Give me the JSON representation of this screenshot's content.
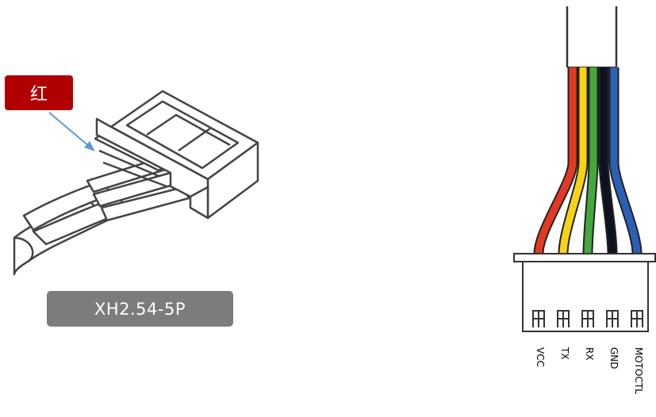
{
  "callout": {
    "text": "红",
    "color": "#b00000"
  },
  "model_label": {
    "text": "XH2.54-5P",
    "color": "#7c7c7c"
  },
  "pins": [
    {
      "label": "VCC",
      "wire_color": "#e23a22"
    },
    {
      "label": "TX",
      "wire_color": "#f7d316"
    },
    {
      "label": "RX",
      "wire_color": "#46a83c"
    },
    {
      "label": "GND",
      "wire_color": "#0d1220"
    },
    {
      "label": "MOTOCTL",
      "wire_color": "#2c5fb8"
    }
  ],
  "arrow_color": "#5b9bd5"
}
